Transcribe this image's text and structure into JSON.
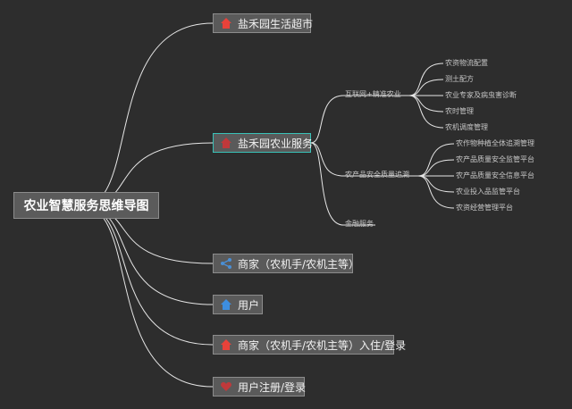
{
  "root": {
    "label": "农业智慧服务思维导图"
  },
  "branches": [
    {
      "label": "盐禾园生活超市",
      "icon": "red-house-icon",
      "icon_color": "#e8423a"
    },
    {
      "label": "盐禾园农业服务",
      "icon": "red-house-icon",
      "icon_color": "#c0393b"
    },
    {
      "label": "商家（农机手/农机主等）",
      "icon": "share-icon",
      "icon_color": "#4a8fd6"
    },
    {
      "label": "用户",
      "icon": "blue-house-icon",
      "icon_color": "#3d8ee0"
    },
    {
      "label": "商家（农机手/农机主等）入住/登录",
      "icon": "red-house-icon",
      "icon_color": "#e8423a"
    },
    {
      "label": "用户注册/登录",
      "icon": "heart-icon",
      "icon_color": "#c0393b"
    }
  ],
  "sub": [
    {
      "label": "互联网+精准农业",
      "children": [
        "农资物流配置",
        "测土配方",
        "农业专家及病虫害诊断",
        "农时管理",
        "农机调度管理"
      ]
    },
    {
      "label": "农产品安全质量追溯",
      "children": [
        "农作物种植全体追溯管理",
        "农产品质量安全监管平台",
        "农产品质量安全信息平台",
        "农业投入品监管平台",
        "农资经营管理平台"
      ]
    },
    {
      "label": "金融服务",
      "children": []
    }
  ],
  "colors": {
    "background": "#2d2d2d",
    "node_fill": "#5a5a5a",
    "line": "#e6e6e6",
    "selected_border": "#39c2b8"
  }
}
